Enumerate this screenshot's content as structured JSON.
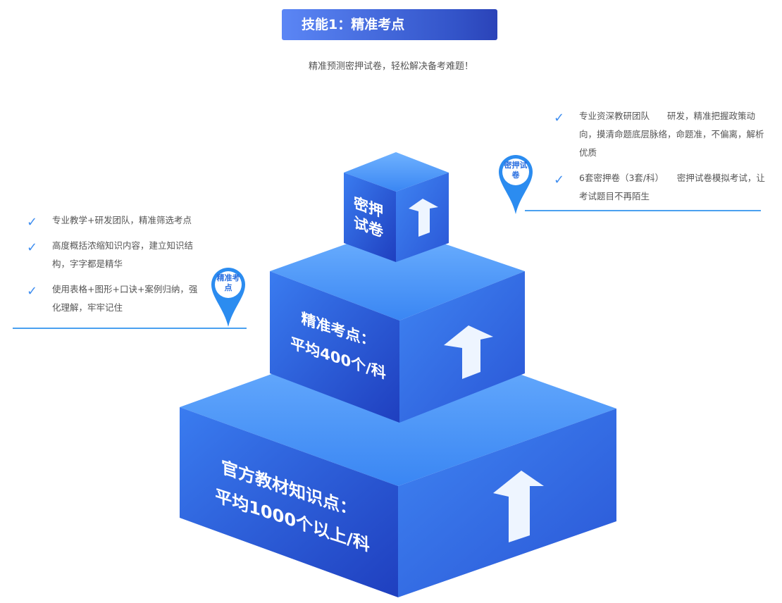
{
  "header": {
    "title": "技能1：精准考点",
    "subtitle": "精准预测密押试卷，轻松解决备考难题！"
  },
  "left_list": [
    "专业教学+研发团队，精准筛选考点",
    "高度概括浓缩知识内容，建立知识结构，字字都是精华",
    "使用表格+图形+口诀+案例归纳，强化理解，牢牢记住"
  ],
  "right_list": [
    "专业资深教研团队　　研发，精准把握政策动向，摸清命题底层脉络，命题准，不偏离，解析优质",
    "6套密押卷（3套/科）　　密押试卷模拟考试，让考试题目不再陌生"
  ],
  "pins": {
    "left": "精准考点",
    "right": "密押试卷"
  },
  "pyramid": {
    "top": "密押试卷",
    "middle_1": "精准考点：",
    "middle_2": "平均400个/科",
    "bottom_1": "官方教材知识点：",
    "bottom_2": "平均1000个以上/科"
  },
  "colors": {
    "accent": "#3f8ef0",
    "block": "#2f6be6"
  }
}
